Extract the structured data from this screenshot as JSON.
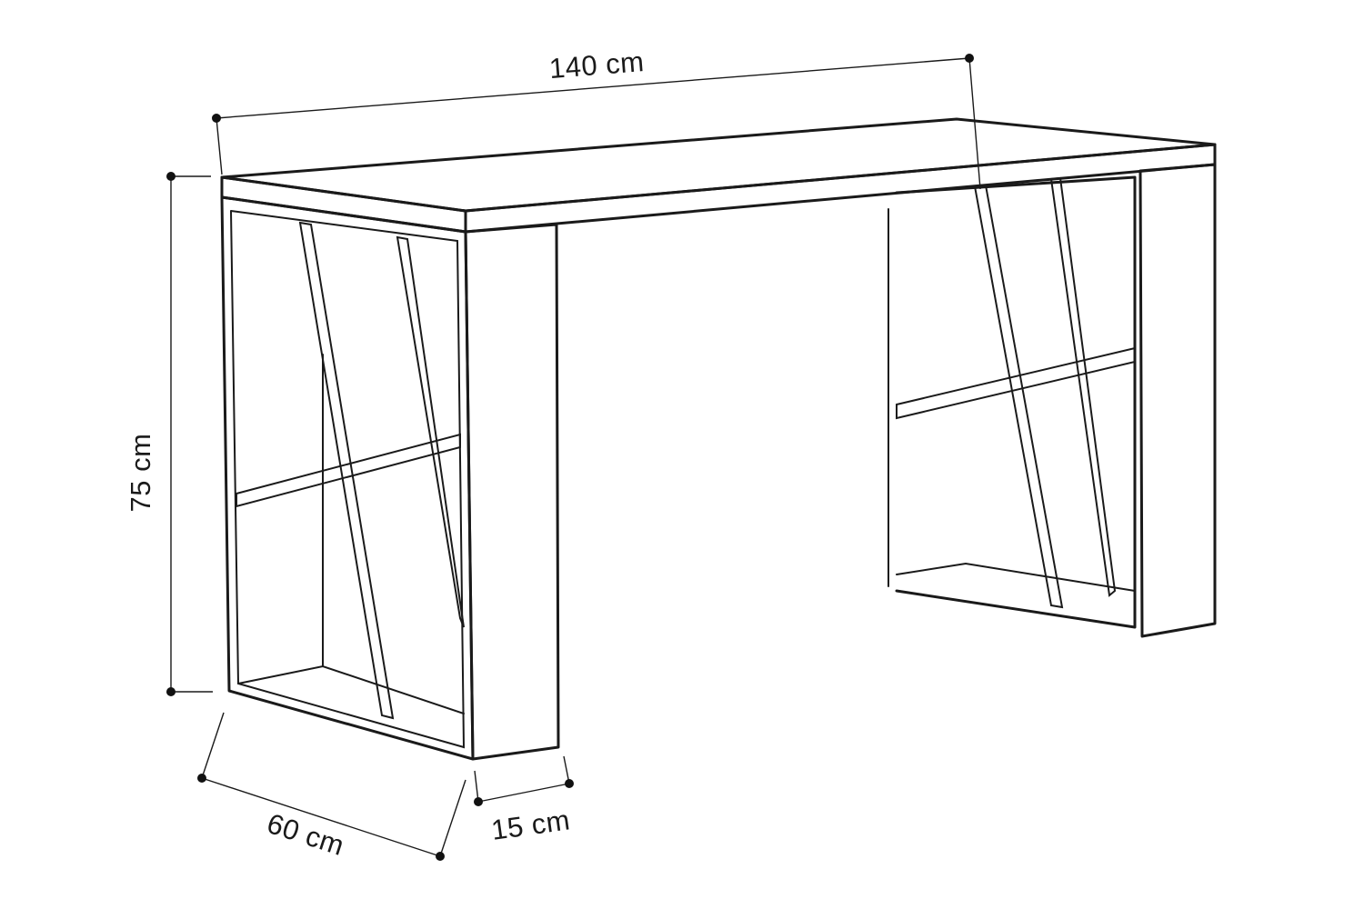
{
  "dimensions": {
    "width": "140 cm",
    "height": "75 cm",
    "depth": "60 cm",
    "leg_thickness": "15 cm"
  },
  "colors": {
    "line": "#1a1a1a",
    "background": "#ffffff"
  }
}
